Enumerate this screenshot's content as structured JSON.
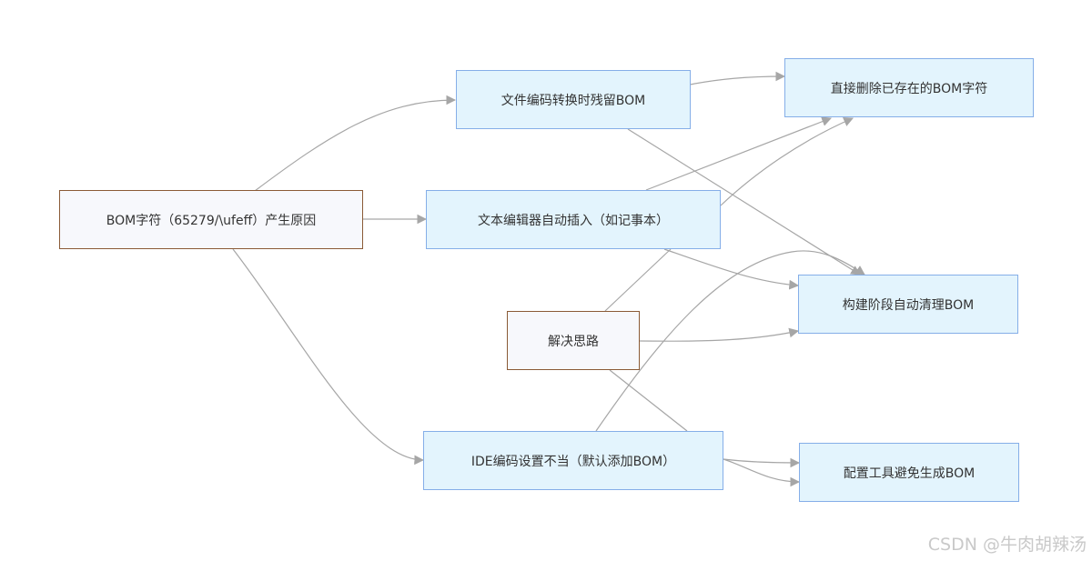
{
  "diagram": {
    "nodes": [
      {
        "id": "root",
        "label": "BOM字符（65279/\\ufeff）产生原因",
        "style": "brown"
      },
      {
        "id": "cause1",
        "label": "文件编码转换时残留BOM",
        "style": "blue"
      },
      {
        "id": "cause2",
        "label": "文本编辑器自动插入（如记事本）",
        "style": "blue"
      },
      {
        "id": "cause3",
        "label": "IDE编码设置不当（默认添加BOM）",
        "style": "blue"
      },
      {
        "id": "solution",
        "label": "解决思路",
        "style": "brown"
      },
      {
        "id": "fix1",
        "label": "直接删除已存在的BOM字符",
        "style": "blue"
      },
      {
        "id": "fix2",
        "label": "构建阶段自动清理BOM",
        "style": "blue"
      },
      {
        "id": "fix3",
        "label": "配置工具避免生成BOM",
        "style": "blue"
      }
    ],
    "edges": [
      {
        "from": "root",
        "to": "cause1"
      },
      {
        "from": "root",
        "to": "cause2"
      },
      {
        "from": "root",
        "to": "cause3"
      },
      {
        "from": "cause1",
        "to": "fix1"
      },
      {
        "from": "cause1",
        "to": "fix2"
      },
      {
        "from": "cause2",
        "to": "fix1"
      },
      {
        "from": "cause2",
        "to": "fix2"
      },
      {
        "from": "cause3",
        "to": "fix2"
      },
      {
        "from": "cause3",
        "to": "fix3"
      },
      {
        "from": "cause3",
        "to": "fix3"
      },
      {
        "from": "solution",
        "to": "fix1"
      },
      {
        "from": "solution",
        "to": "fix2"
      },
      {
        "from": "solution",
        "to": "fix3"
      }
    ],
    "colors": {
      "edge": "#a6a6a6",
      "blue_fill": "#e3f4fd",
      "blue_border": "#85aee8",
      "brown_fill": "#f7f8fc",
      "brown_border": "#8a5a36"
    }
  },
  "watermark": "CSDN @牛肉胡辣汤"
}
